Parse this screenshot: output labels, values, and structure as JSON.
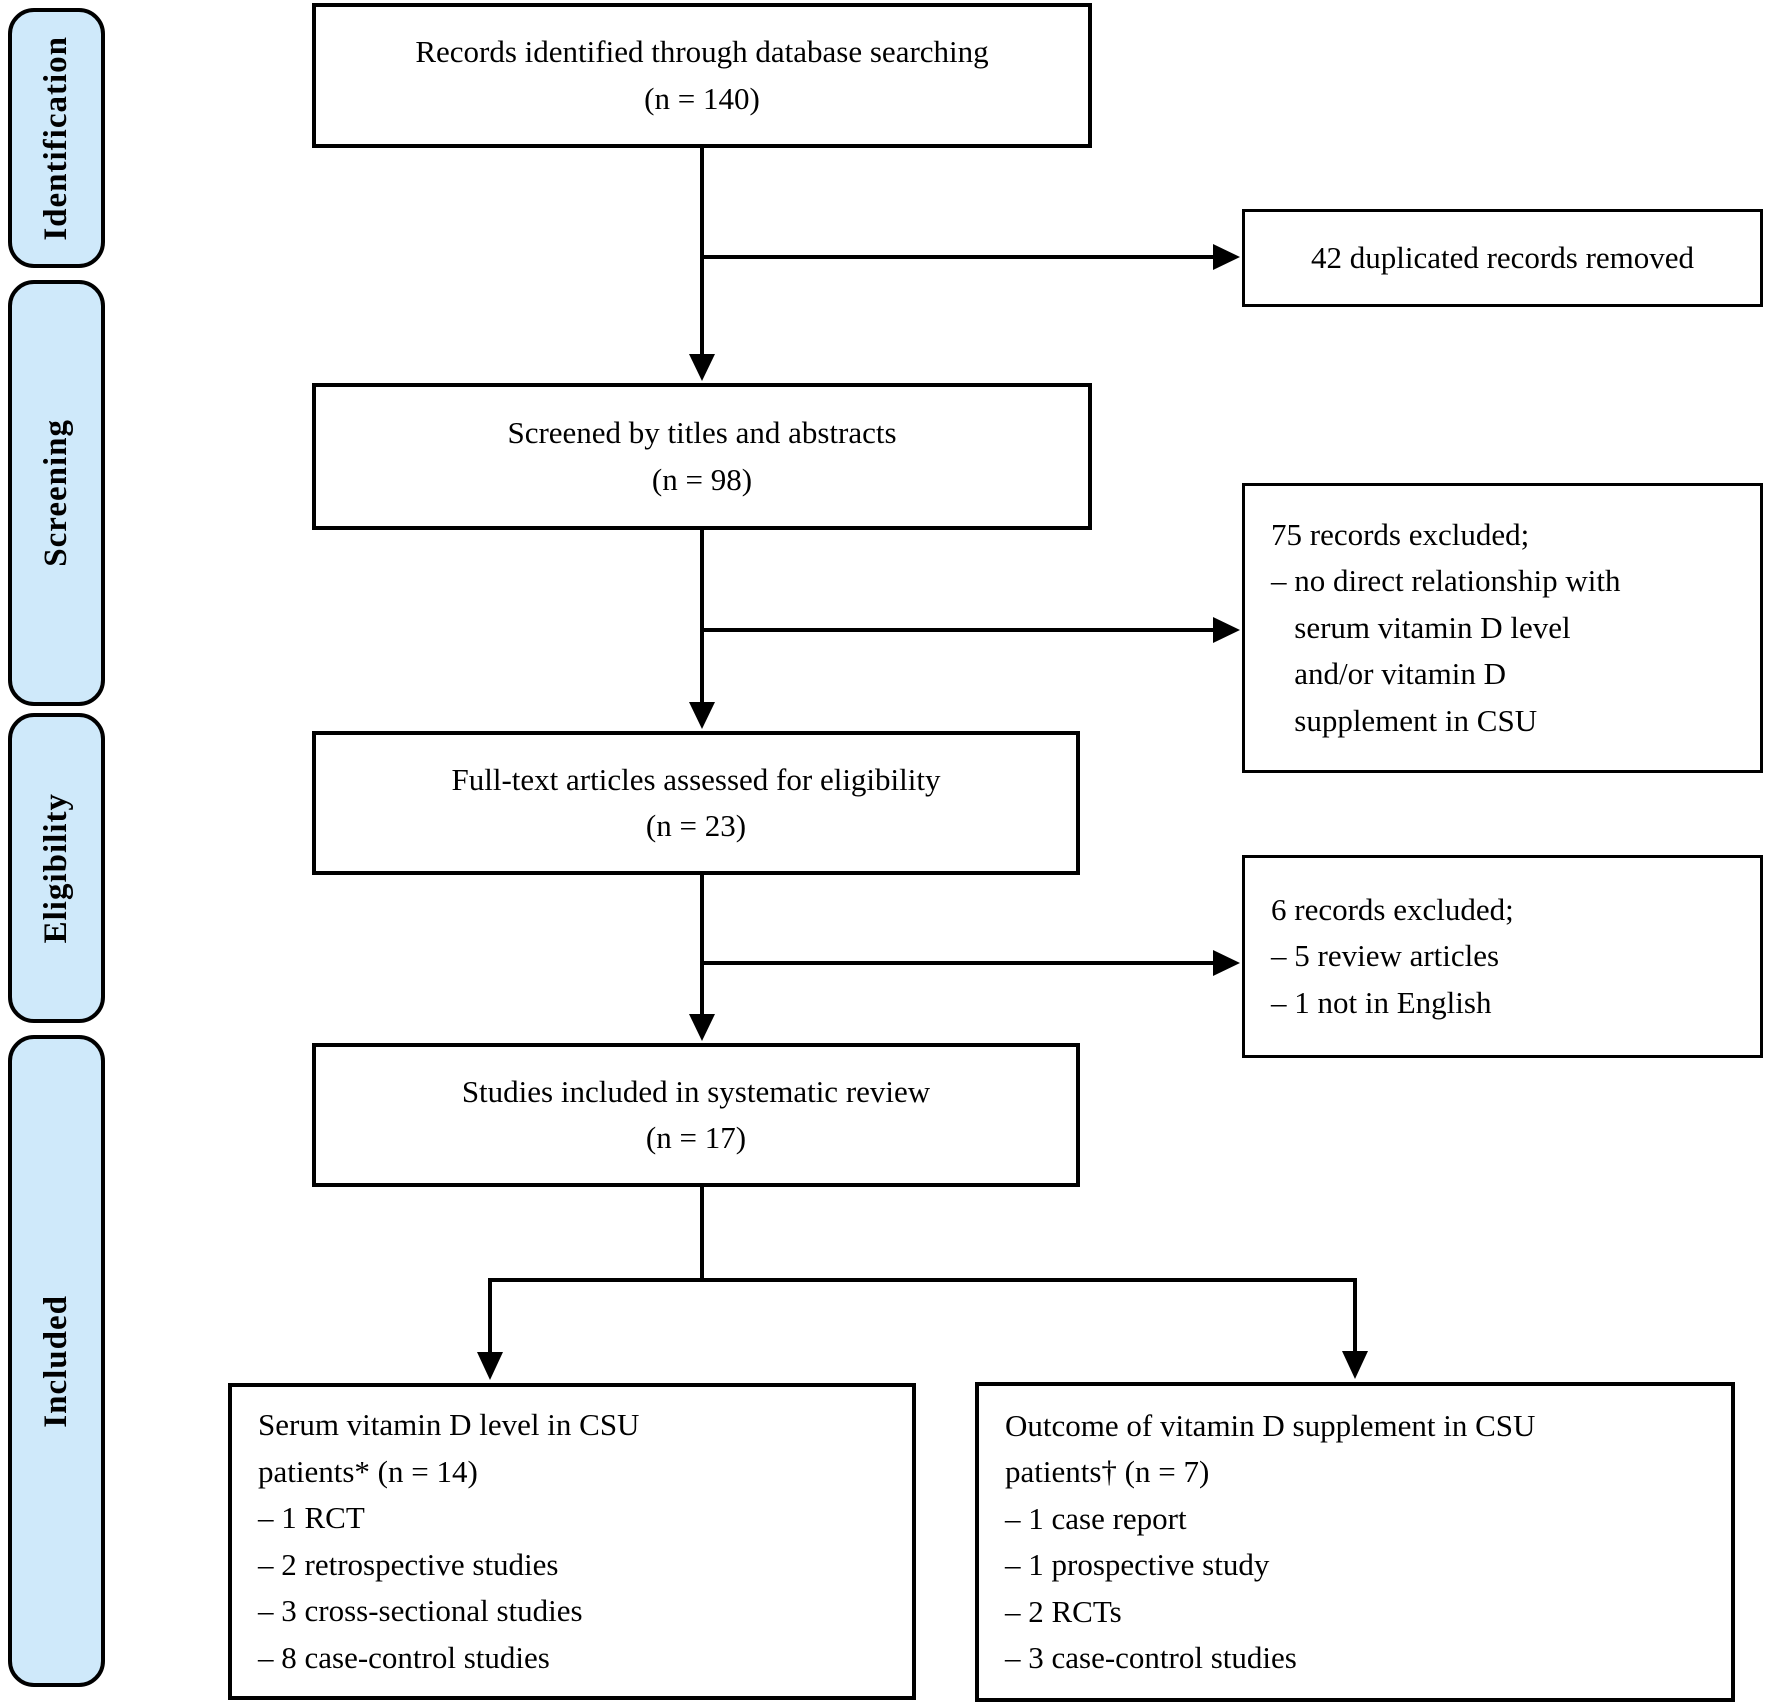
{
  "title": "PRISMA study selection flow diagram",
  "colors": {
    "stage_fill": "#cfe9fa",
    "border": "#000000",
    "background": "#ffffff"
  },
  "sidebar": {
    "fill_color": "#cfe9fa",
    "stages": [
      {
        "label": "Identification"
      },
      {
        "label": "Screening"
      },
      {
        "label": "Eligibility"
      },
      {
        "label": "Included"
      }
    ]
  },
  "flow": {
    "identified": {
      "lines": [
        "Records identified through database searching",
        "(n = 140)"
      ]
    },
    "screened": {
      "lines": [
        "Screened by titles and abstracts",
        "(n = 98)"
      ]
    },
    "fulltext": {
      "lines": [
        "Full-text articles assessed for eligibility",
        "(n = 23)"
      ]
    },
    "included_review": {
      "lines": [
        "Studies included in systematic review",
        "(n = 17)"
      ]
    }
  },
  "exclusions": {
    "duplicates": {
      "lines": [
        "42 duplicated records removed"
      ]
    },
    "title_abstract": {
      "lines": [
        "75 records excluded;",
        "– no direct relationship with",
        "   serum vitamin D level",
        "   and/or vitamin D",
        "   supplement in CSU"
      ]
    },
    "fulltext": {
      "lines": [
        "6 records excluded;",
        "– 5 review articles",
        "– 1 not in English"
      ]
    }
  },
  "included_groups": {
    "serum_level": {
      "lines": [
        "Serum vitamin D level in CSU",
        "patients* (n = 14)",
        "– 1 RCT",
        "– 2 retrospective studies",
        "– 3 cross-sectional studies",
        "– 8 case-control studies"
      ]
    },
    "supplement_outcome": {
      "lines": [
        "Outcome of vitamin D supplement in CSU",
        "patients† (n = 7)",
        "– 1 case report",
        "– 1 prospective study",
        "– 2 RCTs",
        "– 3 case-control studies"
      ]
    }
  }
}
